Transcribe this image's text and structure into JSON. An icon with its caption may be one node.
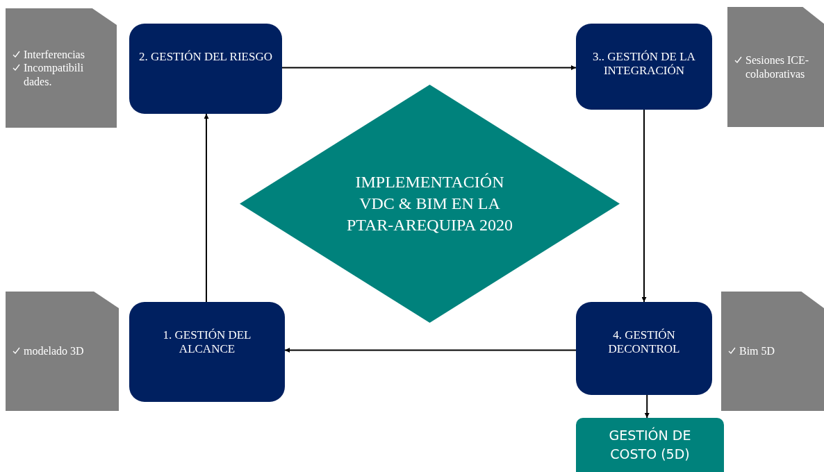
{
  "diagram": {
    "nodes": [
      {
        "text": [
          "Interferencias",
          "Incompatibili dades."
        ]
      },
      {
        "text": [
          "2. GESTIÓN DEL RIESGO"
        ]
      },
      {
        "text": [
          "3.. GESTIÓN DE LA INTEGRACIÓN"
        ]
      },
      {
        "text": [
          "Sesiones ICE-colaborativas"
        ]
      },
      {
        "text": [
          "IMPLEMENTACIÓN VDC & BIM EN LA PTAR-AREQUIPA 2020"
        ]
      },
      {
        "text": [
          "modelado 3D"
        ]
      },
      {
        "text": [
          "1. GESTIÓN DEL ALCANCE"
        ]
      },
      {
        "text": [
          "4. GESTIÓN DECONTROL"
        ]
      },
      {
        "text": [
          "Bim 5D"
        ]
      },
      {
        "text": [
          "GESTIÓN DE COSTO (5D)"
        ]
      }
    ],
    "edges": [
      {
        "from": 6,
        "to": 1,
        "arrow": "to"
      },
      {
        "from": 1,
        "to": 2,
        "arrow": "to"
      },
      {
        "from": 2,
        "to": 7,
        "arrow": "to"
      },
      {
        "from": 7,
        "to": 6,
        "arrow": "to"
      },
      {
        "from": 7,
        "to": 9,
        "arrow": "to"
      }
    ]
  }
}
